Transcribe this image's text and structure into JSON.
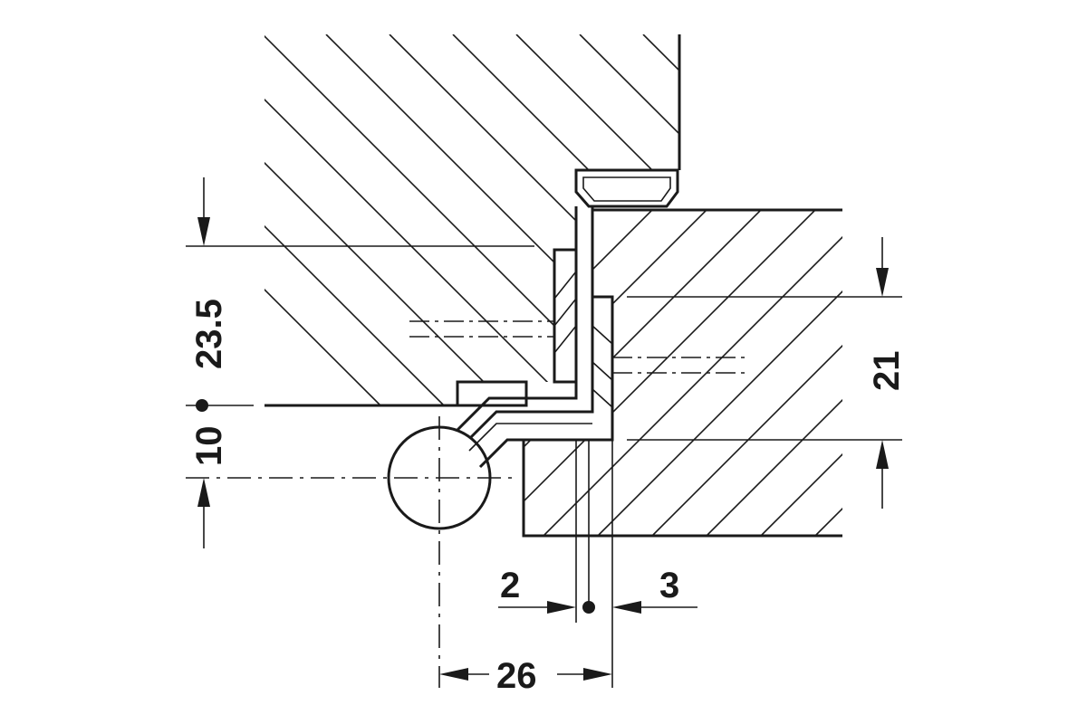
{
  "dimensions": {
    "d_23_5": "23.5",
    "d_10": "10",
    "d_21": "21",
    "d_2": "2",
    "d_3": "3",
    "d_26": "26"
  }
}
